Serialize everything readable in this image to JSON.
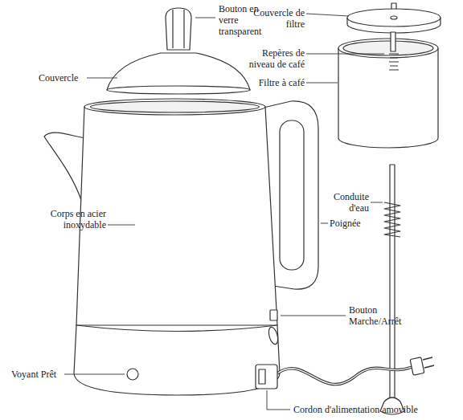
{
  "diagram": {
    "labels": [
      "Bouton en verre transparent",
      "Couvercle de filtre",
      "Repères de niveau de café",
      "Couvercle",
      "Filtre à café",
      "Conduite d'eau",
      "Corps en acier inoxydable",
      "Poignée",
      "Bouton Marche/Arrêt",
      "Voyant Prêt",
      "Cordon d'alimentation amovible"
    ]
  }
}
